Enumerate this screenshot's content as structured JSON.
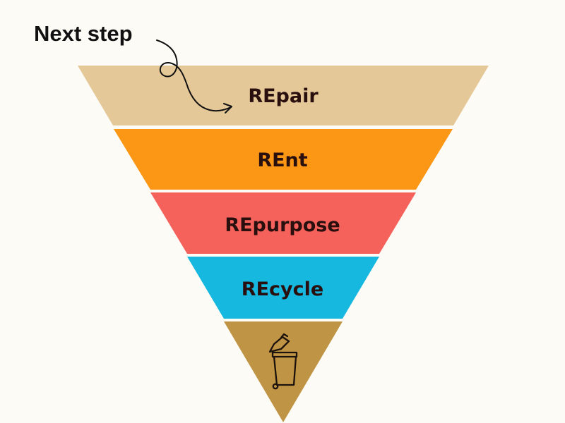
{
  "annotation": {
    "text": "Next step"
  },
  "tiers": [
    {
      "label": "REpair",
      "color": "#e5c898"
    },
    {
      "label": "REnt",
      "color": "#fc9615"
    },
    {
      "label": "REpurpose",
      "color": "#f5625b"
    },
    {
      "label": "REcycle",
      "color": "#16b8e0"
    }
  ],
  "bottom_tier": {
    "color": "#c09445",
    "icon": "trash-bin-icon"
  },
  "colors": {
    "background": "#fdfbf5",
    "label_text": "#2a0f0f",
    "arrow": "#111111"
  }
}
